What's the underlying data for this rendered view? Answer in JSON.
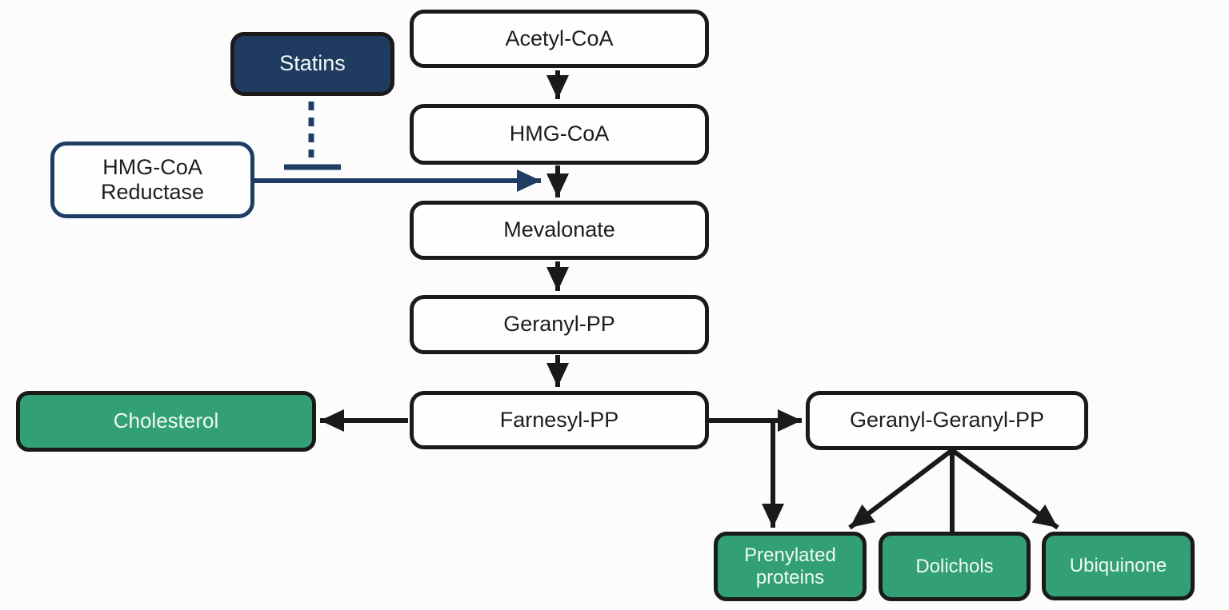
{
  "nodes": {
    "acetyl_coa": {
      "label": "Acetyl-CoA"
    },
    "hmg_coa": {
      "label": "HMG-CoA"
    },
    "mevalonate": {
      "label": "Mevalonate"
    },
    "geranyl_pp": {
      "label": "Geranyl-PP"
    },
    "farnesyl_pp": {
      "label": "Farnesyl-PP"
    },
    "cholesterol": {
      "label": "Cholesterol"
    },
    "geranyl_geranyl_pp": {
      "label": "Geranyl-Geranyl-PP"
    },
    "prenylated_proteins": {
      "label": "Prenylated proteins"
    },
    "dolichols": {
      "label": "Dolichols"
    },
    "ubiquinone": {
      "label": "Ubiquinone"
    },
    "statins": {
      "label": "Statins"
    },
    "hmg_coa_reductase": {
      "label": "HMG-CoA Reductase"
    }
  },
  "edges": [
    {
      "from": "Acetyl-CoA",
      "to": "HMG-CoA",
      "type": "arrow"
    },
    {
      "from": "HMG-CoA",
      "to": "Mevalonate",
      "type": "arrow"
    },
    {
      "from": "Mevalonate",
      "to": "Geranyl-PP",
      "type": "arrow"
    },
    {
      "from": "Geranyl-PP",
      "to": "Farnesyl-PP",
      "type": "arrow"
    },
    {
      "from": "Farnesyl-PP",
      "to": "Cholesterol",
      "type": "arrow"
    },
    {
      "from": "Farnesyl-PP",
      "to": "Geranyl-Geranyl-PP",
      "type": "arrow"
    },
    {
      "from": "Farnesyl-PP",
      "to": "Prenylated proteins",
      "type": "arrow"
    },
    {
      "from": "Geranyl-Geranyl-PP",
      "to": "Prenylated proteins",
      "type": "arrow"
    },
    {
      "from": "Geranyl-Geranyl-PP",
      "to": "Dolichols",
      "type": "line"
    },
    {
      "from": "Geranyl-Geranyl-PP",
      "to": "Ubiquinone",
      "type": "arrow"
    },
    {
      "from": "Statins",
      "to": "HMG-CoA Reductase reaction",
      "type": "dashed-inhibition"
    },
    {
      "from": "HMG-CoA Reductase",
      "to": "HMG-CoA to Mevalonate step",
      "type": "enzyme-arrow"
    }
  ],
  "icons": {
    "arrowhead": "solid-triangle",
    "inhibition_bar": "tee-bar",
    "dashed_line": "vertical-dashes"
  },
  "colors": {
    "line_black": "#1a1a1a",
    "accent_navy": "#1e3c64",
    "statins_fill": "#1f3b60",
    "product_green": "#32a074",
    "box_white": "#fefefe",
    "background": "#fcfcfc",
    "text_dark": "#1d1d1d",
    "text_light": "#f0f9f4"
  }
}
